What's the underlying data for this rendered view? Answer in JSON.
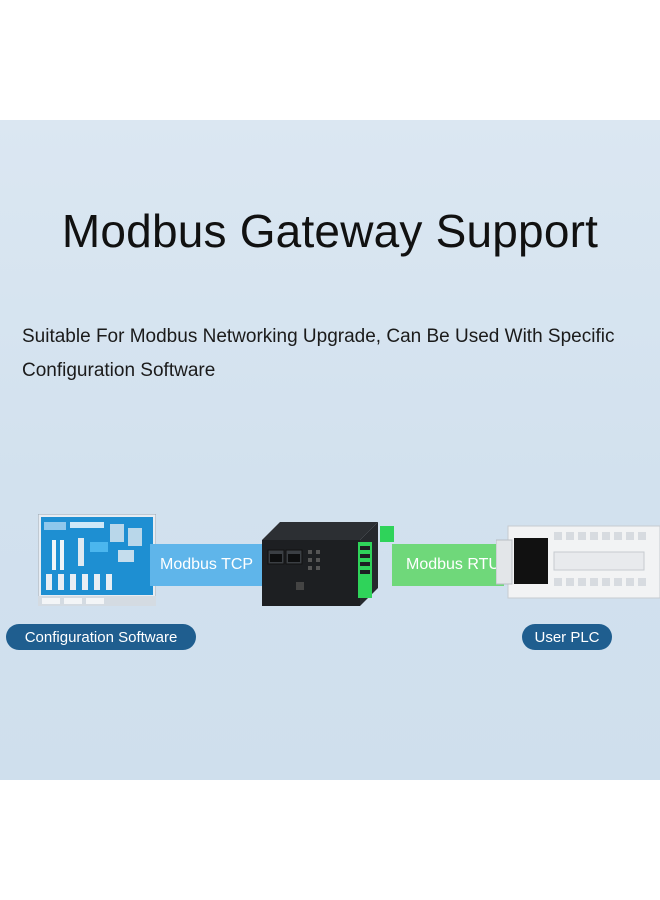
{
  "title": "Modbus Gateway Support",
  "subtitle": "Suitable For Modbus Networking Upgrade, Can Be Used With Specific Configuration Software",
  "links": {
    "left_label": "Modbus TCP",
    "right_label": "Modbus RTU"
  },
  "devices": {
    "left_name": "Configuration Software",
    "right_name": "User PLC"
  },
  "colors": {
    "background": "#d6e3ef",
    "tcp_band": "#5fb5ea",
    "rtu_band": "#6fd87a",
    "pill": "#1f5e8f",
    "gateway_body": "#1d1f22",
    "gateway_accent": "#2fd35a"
  }
}
